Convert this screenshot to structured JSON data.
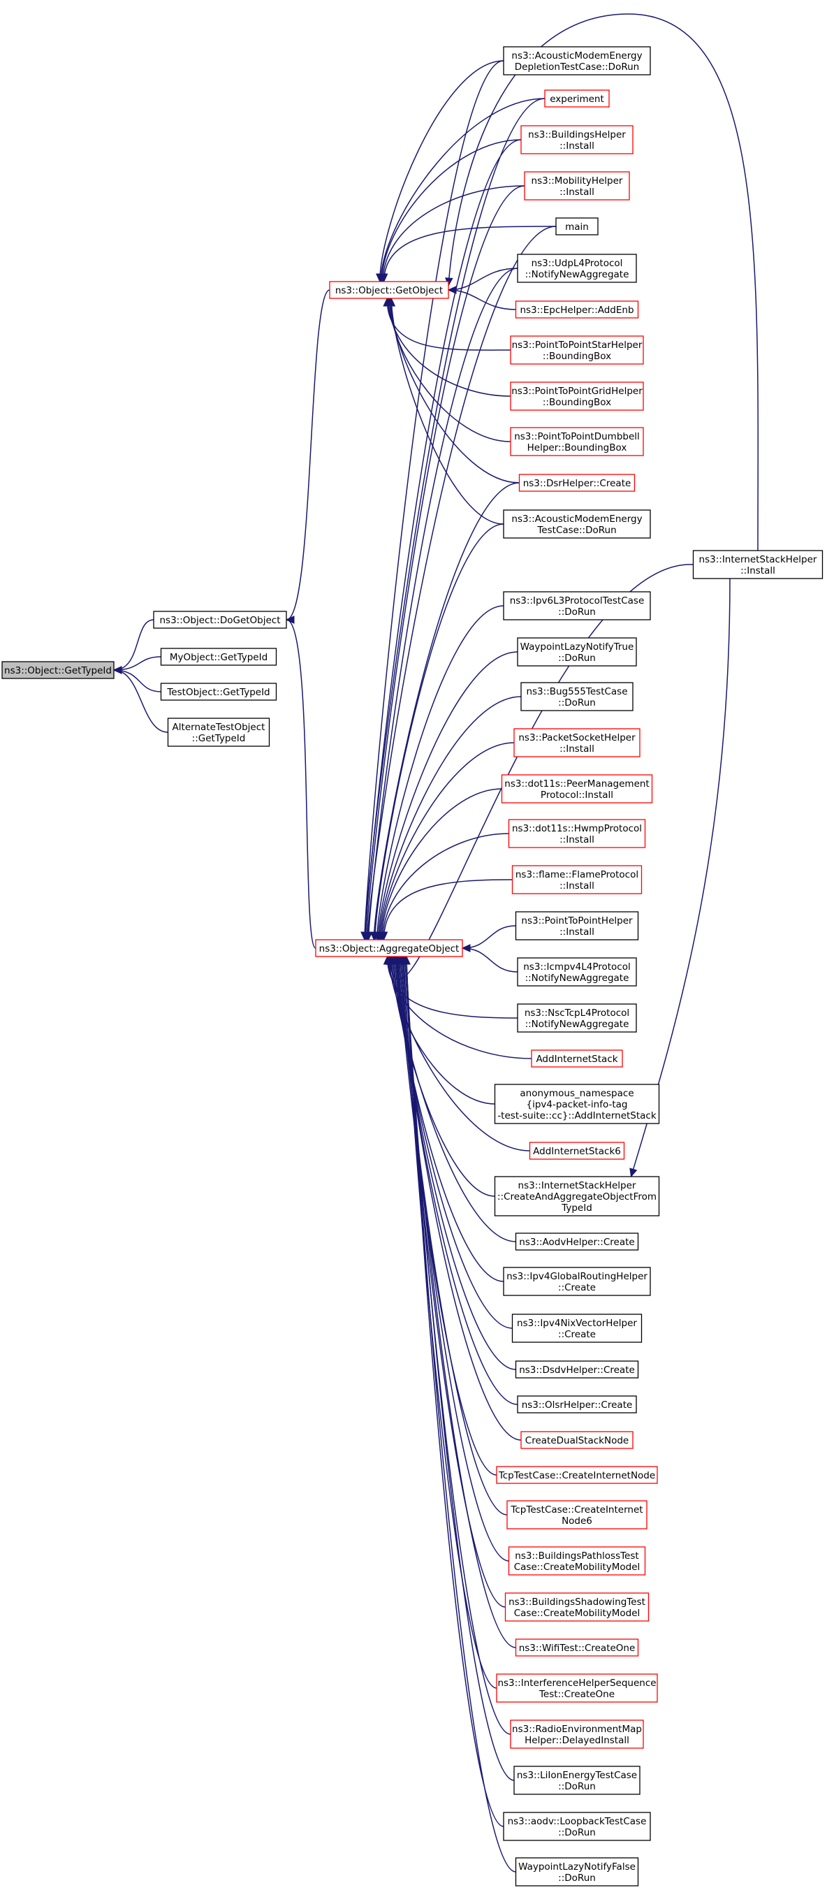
{
  "graph": {
    "colors": {
      "edge": "#191970",
      "node_border_normal": "#000000",
      "node_border_truncated": "#ff0000",
      "node_fill_root": "#bfbfbf",
      "node_fill": "#ffffff"
    },
    "nodes": [
      {
        "id": "root",
        "lines": [
          "ns3::Object::GetTypeId"
        ],
        "style": "root"
      },
      {
        "id": "dogetobject",
        "lines": [
          "ns3::Object::DoGetObject"
        ],
        "style": "normal"
      },
      {
        "id": "myobject",
        "lines": [
          "MyObject::GetTypeId"
        ],
        "style": "normal"
      },
      {
        "id": "testobject",
        "lines": [
          "TestObject::GetTypeId"
        ],
        "style": "normal"
      },
      {
        "id": "alternatetestobject",
        "lines": [
          "AlternateTestObject",
          "::GetTypeId"
        ],
        "style": "normal"
      },
      {
        "id": "getobject",
        "lines": [
          "ns3::Object::GetObject"
        ],
        "style": "red"
      },
      {
        "id": "aggregateobject",
        "lines": [
          "ns3::Object::AggregateObject"
        ],
        "style": "red"
      },
      {
        "id": "internetstackhelper-install",
        "lines": [
          "ns3::InternetStackHelper",
          "::Install"
        ],
        "style": "normal"
      },
      {
        "id": "acoustic-depletion",
        "lines": [
          "ns3::AcousticModemEnergy",
          "DepletionTestCase::DoRun"
        ],
        "style": "normal"
      },
      {
        "id": "experiment",
        "lines": [
          "experiment"
        ],
        "style": "red"
      },
      {
        "id": "buildingshelper",
        "lines": [
          "ns3::BuildingsHelper",
          "::Install"
        ],
        "style": "red"
      },
      {
        "id": "mobilityhelper",
        "lines": [
          "ns3::MobilityHelper",
          "::Install"
        ],
        "style": "red"
      },
      {
        "id": "main",
        "lines": [
          "main"
        ],
        "style": "normal"
      },
      {
        "id": "udpl4",
        "lines": [
          "ns3::UdpL4Protocol",
          "::NotifyNewAggregate"
        ],
        "style": "normal"
      },
      {
        "id": "epchelper",
        "lines": [
          "ns3::EpcHelper::AddEnb"
        ],
        "style": "red"
      },
      {
        "id": "p2pstar",
        "lines": [
          "ns3::PointToPointStarHelper",
          "::BoundingBox"
        ],
        "style": "red"
      },
      {
        "id": "p2pgrid",
        "lines": [
          "ns3::PointToPointGridHelper",
          "::BoundingBox"
        ],
        "style": "red"
      },
      {
        "id": "p2pdumbbell",
        "lines": [
          "ns3::PointToPointDumbbell",
          "Helper::BoundingBox"
        ],
        "style": "red"
      },
      {
        "id": "dsrhelper",
        "lines": [
          "ns3::DsrHelper::Create"
        ],
        "style": "red"
      },
      {
        "id": "acoustic-energy",
        "lines": [
          "ns3::AcousticModemEnergy",
          "TestCase::DoRun"
        ],
        "style": "normal"
      },
      {
        "id": "ipv6l3",
        "lines": [
          "ns3::Ipv6L3ProtocolTestCase",
          "::DoRun"
        ],
        "style": "normal"
      },
      {
        "id": "waypoint-true",
        "lines": [
          "WaypointLazyNotifyTrue",
          "::DoRun"
        ],
        "style": "normal"
      },
      {
        "id": "bug555",
        "lines": [
          "ns3::Bug555TestCase",
          "::DoRun"
        ],
        "style": "normal"
      },
      {
        "id": "packetsocket",
        "lines": [
          "ns3::PacketSocketHelper",
          "::Install"
        ],
        "style": "red"
      },
      {
        "id": "peermanagement",
        "lines": [
          "ns3::dot11s::PeerManagement",
          "Protocol::Install"
        ],
        "style": "red"
      },
      {
        "id": "hwmp",
        "lines": [
          "ns3::dot11s::HwmpProtocol",
          "::Install"
        ],
        "style": "red"
      },
      {
        "id": "flame",
        "lines": [
          "ns3::flame::FlameProtocol",
          "::Install"
        ],
        "style": "red"
      },
      {
        "id": "p2phelper",
        "lines": [
          "ns3::PointToPointHelper",
          "::Install"
        ],
        "style": "normal"
      },
      {
        "id": "icmpv4l4",
        "lines": [
          "ns3::Icmpv4L4Protocol",
          "::NotifyNewAggregate"
        ],
        "style": "normal"
      },
      {
        "id": "nsctcpl4",
        "lines": [
          "ns3::NscTcpL4Protocol",
          "::NotifyNewAggregate"
        ],
        "style": "normal"
      },
      {
        "id": "addinternetstack",
        "lines": [
          "AddInternetStack"
        ],
        "style": "red"
      },
      {
        "id": "anon-addinternetstack",
        "lines": [
          "anonymous_namespace",
          "{ipv4-packet-info-tag",
          "-test-suite::cc}::AddInternetStack"
        ],
        "style": "normal"
      },
      {
        "id": "addinternetstack6",
        "lines": [
          "AddInternetStack6"
        ],
        "style": "red"
      },
      {
        "id": "createandaggregate",
        "lines": [
          "ns3::InternetStackHelper",
          "::CreateAndAggregateObjectFrom",
          "TypeId"
        ],
        "style": "normal"
      },
      {
        "id": "aodvhelper",
        "lines": [
          "ns3::AodvHelper::Create"
        ],
        "style": "normal"
      },
      {
        "id": "ipv4globalrouting",
        "lines": [
          "ns3::Ipv4GlobalRoutingHelper",
          "::Create"
        ],
        "style": "normal"
      },
      {
        "id": "ipv4nixvector",
        "lines": [
          "ns3::Ipv4NixVectorHelper",
          "::Create"
        ],
        "style": "normal"
      },
      {
        "id": "dsdvhelper",
        "lines": [
          "ns3::DsdvHelper::Create"
        ],
        "style": "normal"
      },
      {
        "id": "olsrhelper",
        "lines": [
          "ns3::OlsrHelper::Create"
        ],
        "style": "normal"
      },
      {
        "id": "createdualstack",
        "lines": [
          "CreateDualStackNode"
        ],
        "style": "red"
      },
      {
        "id": "tcp-createinternetnode",
        "lines": [
          "TcpTestCase::CreateInternetNode"
        ],
        "style": "red"
      },
      {
        "id": "tcp-createinternetnode6",
        "lines": [
          "TcpTestCase::CreateInternet",
          "Node6"
        ],
        "style": "red"
      },
      {
        "id": "buildingspathloss",
        "lines": [
          "ns3::BuildingsPathlossTest",
          "Case::CreateMobilityModel"
        ],
        "style": "red"
      },
      {
        "id": "buildingsshadowing",
        "lines": [
          "ns3::BuildingsShadowingTest",
          "Case::CreateMobilityModel"
        ],
        "style": "red"
      },
      {
        "id": "wifitest",
        "lines": [
          "ns3::WifiTest::CreateOne"
        ],
        "style": "red"
      },
      {
        "id": "interferencehelper",
        "lines": [
          "ns3::InterferenceHelperSequence",
          "Test::CreateOne"
        ],
        "style": "red"
      },
      {
        "id": "radioenvmap",
        "lines": [
          "ns3::RadioEnvironmentMap",
          "Helper::DelayedInstall"
        ],
        "style": "red"
      },
      {
        "id": "liion",
        "lines": [
          "ns3::LiIonEnergyTestCase",
          "::DoRun"
        ],
        "style": "normal"
      },
      {
        "id": "aodv-loopback",
        "lines": [
          "ns3::aodv::LoopbackTestCase",
          "::DoRun"
        ],
        "style": "normal"
      },
      {
        "id": "waypoint-false",
        "lines": [
          "WaypointLazyNotifyFalse",
          "::DoRun"
        ],
        "style": "normal"
      }
    ],
    "edges": [
      [
        "dogetobject",
        "root"
      ],
      [
        "myobject",
        "root"
      ],
      [
        "testobject",
        "root"
      ],
      [
        "alternatetestobject",
        "root"
      ],
      [
        "getobject",
        "dogetobject"
      ],
      [
        "aggregateobject",
        "dogetobject"
      ],
      [
        "acoustic-depletion",
        "getobject"
      ],
      [
        "experiment",
        "getobject"
      ],
      [
        "buildingshelper",
        "getobject"
      ],
      [
        "mobilityhelper",
        "getobject"
      ],
      [
        "main",
        "getobject"
      ],
      [
        "udpl4",
        "getobject"
      ],
      [
        "epchelper",
        "getobject"
      ],
      [
        "p2pstar",
        "getobject"
      ],
      [
        "p2pgrid",
        "getobject"
      ],
      [
        "p2pdumbbell",
        "getobject"
      ],
      [
        "dsrhelper",
        "getobject"
      ],
      [
        "acoustic-energy",
        "getobject"
      ],
      [
        "internetstackhelper-install",
        "getobject"
      ],
      [
        "acoustic-depletion",
        "aggregateobject"
      ],
      [
        "experiment",
        "aggregateobject"
      ],
      [
        "buildingshelper",
        "aggregateobject"
      ],
      [
        "mobilityhelper",
        "aggregateobject"
      ],
      [
        "main",
        "aggregateobject"
      ],
      [
        "udpl4",
        "aggregateobject"
      ],
      [
        "dsrhelper",
        "aggregateobject"
      ],
      [
        "acoustic-energy",
        "aggregateobject"
      ],
      [
        "internetstackhelper-install",
        "aggregateobject"
      ],
      [
        "ipv6l3",
        "aggregateobject"
      ],
      [
        "waypoint-true",
        "aggregateobject"
      ],
      [
        "bug555",
        "aggregateobject"
      ],
      [
        "packetsocket",
        "aggregateobject"
      ],
      [
        "peermanagement",
        "aggregateobject"
      ],
      [
        "hwmp",
        "aggregateobject"
      ],
      [
        "flame",
        "aggregateobject"
      ],
      [
        "p2phelper",
        "aggregateobject"
      ],
      [
        "icmpv4l4",
        "aggregateobject"
      ],
      [
        "nsctcpl4",
        "aggregateobject"
      ],
      [
        "addinternetstack",
        "aggregateobject"
      ],
      [
        "anon-addinternetstack",
        "aggregateobject"
      ],
      [
        "addinternetstack6",
        "aggregateobject"
      ],
      [
        "createandaggregate",
        "aggregateobject"
      ],
      [
        "aodvhelper",
        "aggregateobject"
      ],
      [
        "ipv4globalrouting",
        "aggregateobject"
      ],
      [
        "ipv4nixvector",
        "aggregateobject"
      ],
      [
        "dsdvhelper",
        "aggregateobject"
      ],
      [
        "olsrhelper",
        "aggregateobject"
      ],
      [
        "createdualstack",
        "aggregateobject"
      ],
      [
        "tcp-createinternetnode",
        "aggregateobject"
      ],
      [
        "tcp-createinternetnode6",
        "aggregateobject"
      ],
      [
        "buildingspathloss",
        "aggregateobject"
      ],
      [
        "buildingsshadowing",
        "aggregateobject"
      ],
      [
        "wifitest",
        "aggregateobject"
      ],
      [
        "interferencehelper",
        "aggregateobject"
      ],
      [
        "radioenvmap",
        "aggregateobject"
      ],
      [
        "liion",
        "aggregateobject"
      ],
      [
        "aodv-loopback",
        "aggregateobject"
      ],
      [
        "waypoint-false",
        "aggregateobject"
      ],
      [
        "internetstackhelper-install",
        "createandaggregate"
      ]
    ]
  }
}
